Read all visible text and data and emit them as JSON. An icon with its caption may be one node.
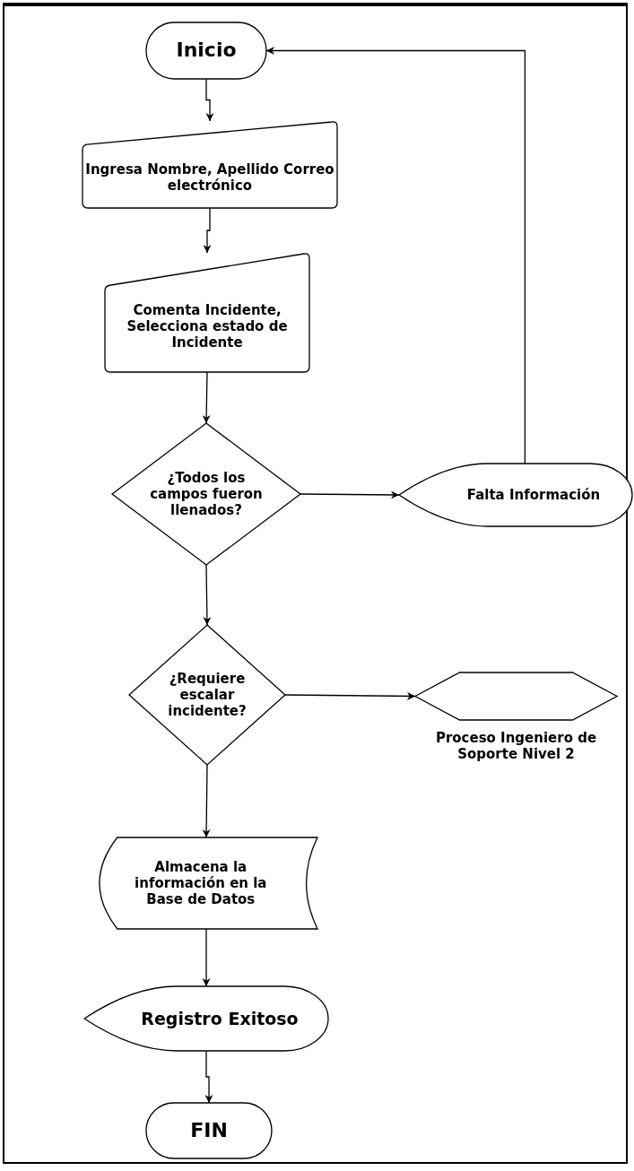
{
  "diagram": {
    "nodes": [
      {
        "text": [
          "Inicio"
        ]
      },
      {
        "text": [
          "Ingresa Nombre, Apellido Correo electrónico"
        ]
      },
      {
        "text": [
          "Comenta Incidente, Selecciona estado de Incidente"
        ]
      },
      {
        "text": [
          "¿Todos los campos fueron llenados?"
        ]
      },
      {
        "text": [
          "Falta Información"
        ]
      },
      {
        "text": [
          "¿Requiere escalar incidente?"
        ]
      },
      {
        "text": [
          "Proceso Ingeniero de Soporte Nivel 2"
        ]
      },
      {
        "text": [
          "Almacena la información en la Base de Datos"
        ]
      },
      {
        "text": [
          "Registro Exitoso"
        ]
      },
      {
        "text": [
          "FIN"
        ]
      }
    ],
    "edges": [
      {
        "from": 0,
        "to": 1,
        "arrow": "to"
      },
      {
        "from": 1,
        "to": 2,
        "arrow": "to"
      },
      {
        "from": 2,
        "to": 3,
        "arrow": "to"
      },
      {
        "from": 3,
        "to": 4,
        "arrow": "to"
      },
      {
        "from": 4,
        "to": 0,
        "arrow": "to"
      },
      {
        "from": 3,
        "to": 5,
        "arrow": "to"
      },
      {
        "from": 5,
        "to": 6,
        "arrow": "to"
      },
      {
        "from": 5,
        "to": 7,
        "arrow": "to"
      },
      {
        "from": 7,
        "to": 8,
        "arrow": "to"
      },
      {
        "from": 8,
        "to": 9,
        "arrow": "to"
      }
    ]
  }
}
